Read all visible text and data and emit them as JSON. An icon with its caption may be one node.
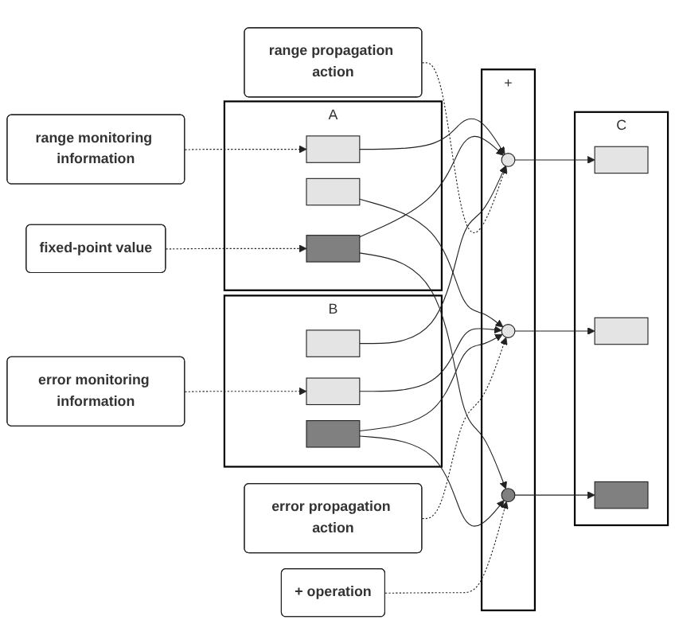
{
  "diagram": {
    "nodes": [
      {
        "text": [
          "A"
        ]
      },
      {
        "text": [],
        "shape": "box",
        "in": 0
      },
      {
        "text": [],
        "shape": "box",
        "in": 0
      },
      {
        "text": [],
        "shape": "box",
        "in": 0
      },
      {
        "text": [
          "B"
        ]
      },
      {
        "text": [],
        "shape": "box",
        "in": 4
      },
      {
        "text": [],
        "shape": "box",
        "in": 4
      },
      {
        "text": [],
        "shape": "box",
        "in": 4
      },
      {
        "text": [
          "+"
        ]
      },
      {
        "text": [],
        "shape": "circle",
        "in": 8
      },
      {
        "text": [],
        "shape": "circle",
        "in": 8
      },
      {
        "text": [],
        "shape": "circle",
        "in": 8
      },
      {
        "text": [
          "C"
        ]
      },
      {
        "text": [],
        "shape": "box",
        "in": 12
      },
      {
        "text": [],
        "shape": "box",
        "in": 12
      },
      {
        "text": [],
        "shape": "box",
        "in": 12
      },
      {
        "text": [
          "range monitoring information"
        ]
      },
      {
        "text": [
          "fixed-point value"
        ]
      },
      {
        "text": [
          "error monitoring information"
        ]
      },
      {
        "text": [
          "range propagation action"
        ]
      },
      {
        "text": [
          "error propagation action"
        ]
      },
      {
        "text": [
          "+ operation"
        ]
      }
    ],
    "edges": [
      {
        "from": 1,
        "to": 9,
        "arrow": "to"
      },
      {
        "from": 2,
        "to": 10,
        "arrow": "to"
      },
      {
        "from": 3,
        "to": 9,
        "arrow": "to"
      },
      {
        "from": 3,
        "to": 11,
        "arrow": "to"
      },
      {
        "from": 5,
        "to": 9,
        "arrow": "to"
      },
      {
        "from": 6,
        "to": 10,
        "arrow": "to"
      },
      {
        "from": 7,
        "to": 10,
        "arrow": "to"
      },
      {
        "from": 7,
        "to": 11,
        "arrow": "to"
      },
      {
        "from": 9,
        "to": 13,
        "arrow": "to"
      },
      {
        "from": 10,
        "to": 14,
        "arrow": "to"
      },
      {
        "from": 11,
        "to": 15,
        "arrow": "to"
      },
      {
        "from": 16,
        "to": 1,
        "arrow": "to",
        "style": "dashed"
      },
      {
        "from": 17,
        "to": 3,
        "arrow": "to",
        "style": "dashed"
      },
      {
        "from": 18,
        "to": 6,
        "arrow": "to",
        "style": "dashed"
      },
      {
        "from": 19,
        "to": 9,
        "arrow": "to",
        "style": "dashed"
      },
      {
        "from": 20,
        "to": 10,
        "arrow": "to",
        "style": "dashed"
      },
      {
        "from": 21,
        "to": 11,
        "arrow": "to",
        "style": "dashed"
      }
    ]
  }
}
